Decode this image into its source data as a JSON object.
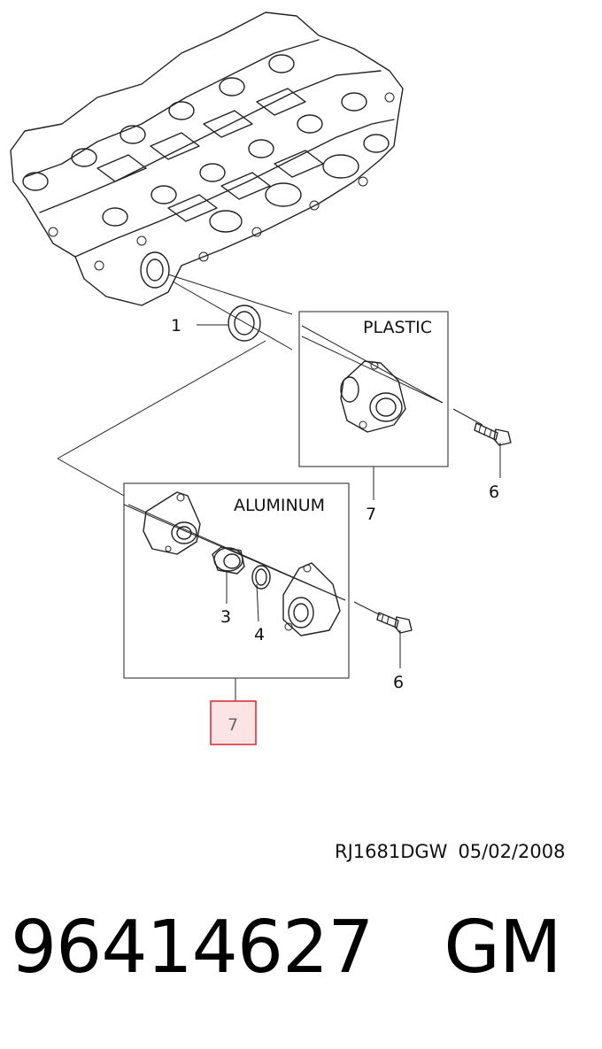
{
  "diagram": {
    "box_plastic_label": "PLASTIC",
    "box_aluminum_label": "ALUMINUM",
    "callouts": {
      "seal": "1",
      "thermostat": "3",
      "o_ring": "4",
      "bolt_upper": "6",
      "bolt_lower": "6",
      "plastic_assembly": "7",
      "aluminum_assembly": "7"
    },
    "reference_code": "RJ1681DGW",
    "reference_date": "05/02/2008"
  },
  "part": {
    "number": "96414627",
    "maker": "GM"
  },
  "colors": {
    "highlight_fill": "#fde4e4",
    "highlight_stroke": "#d9333a",
    "line": "#222222"
  }
}
